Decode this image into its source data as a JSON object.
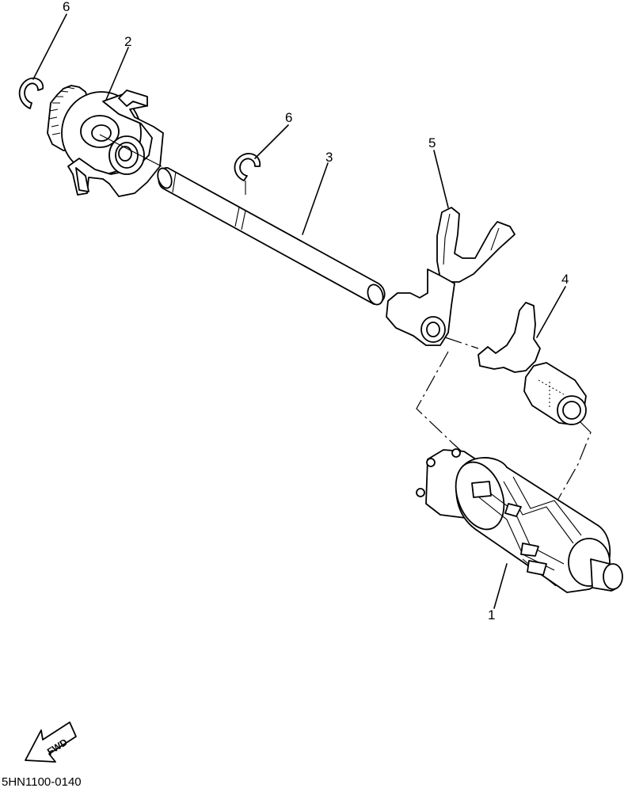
{
  "callouts": {
    "c1": "1",
    "c2": "2",
    "c3": "3",
    "c4": "4",
    "c5": "5",
    "c6a": "6",
    "c6b": "6"
  },
  "fwd_label": "FWD",
  "diagram_code": "5HN1100-0140"
}
